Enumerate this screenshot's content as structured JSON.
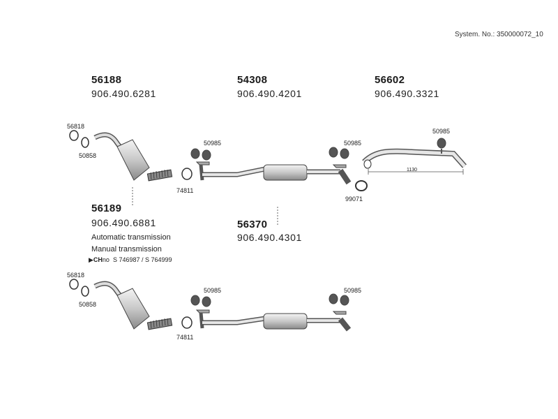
{
  "system_no": "System. No.: 350000072_10",
  "groups": [
    {
      "part_no": "56188",
      "oe_no": "906.490.6281"
    },
    {
      "part_no": "54308",
      "oe_no": "906.490.4201"
    },
    {
      "part_no": "56602",
      "oe_no": "906.490.3321"
    },
    {
      "part_no": "56189",
      "oe_no": "906.490.6881"
    },
    {
      "part_no": "56370",
      "oe_no": "906.490.4301"
    }
  ],
  "notes": {
    "automatic": "Automatic transmission",
    "manual": "Manual transmission",
    "chassis_marker": "CH",
    "chassis_suffix": "no",
    "chassis_range": "S 746987 / S 764999"
  },
  "labels": {
    "clamp_56818": "56818",
    "ring_50858": "50858",
    "hanger_50985": "50985",
    "clamp_74811": "74811",
    "clamp_99071": "99071",
    "dimension_1130": "1130"
  }
}
